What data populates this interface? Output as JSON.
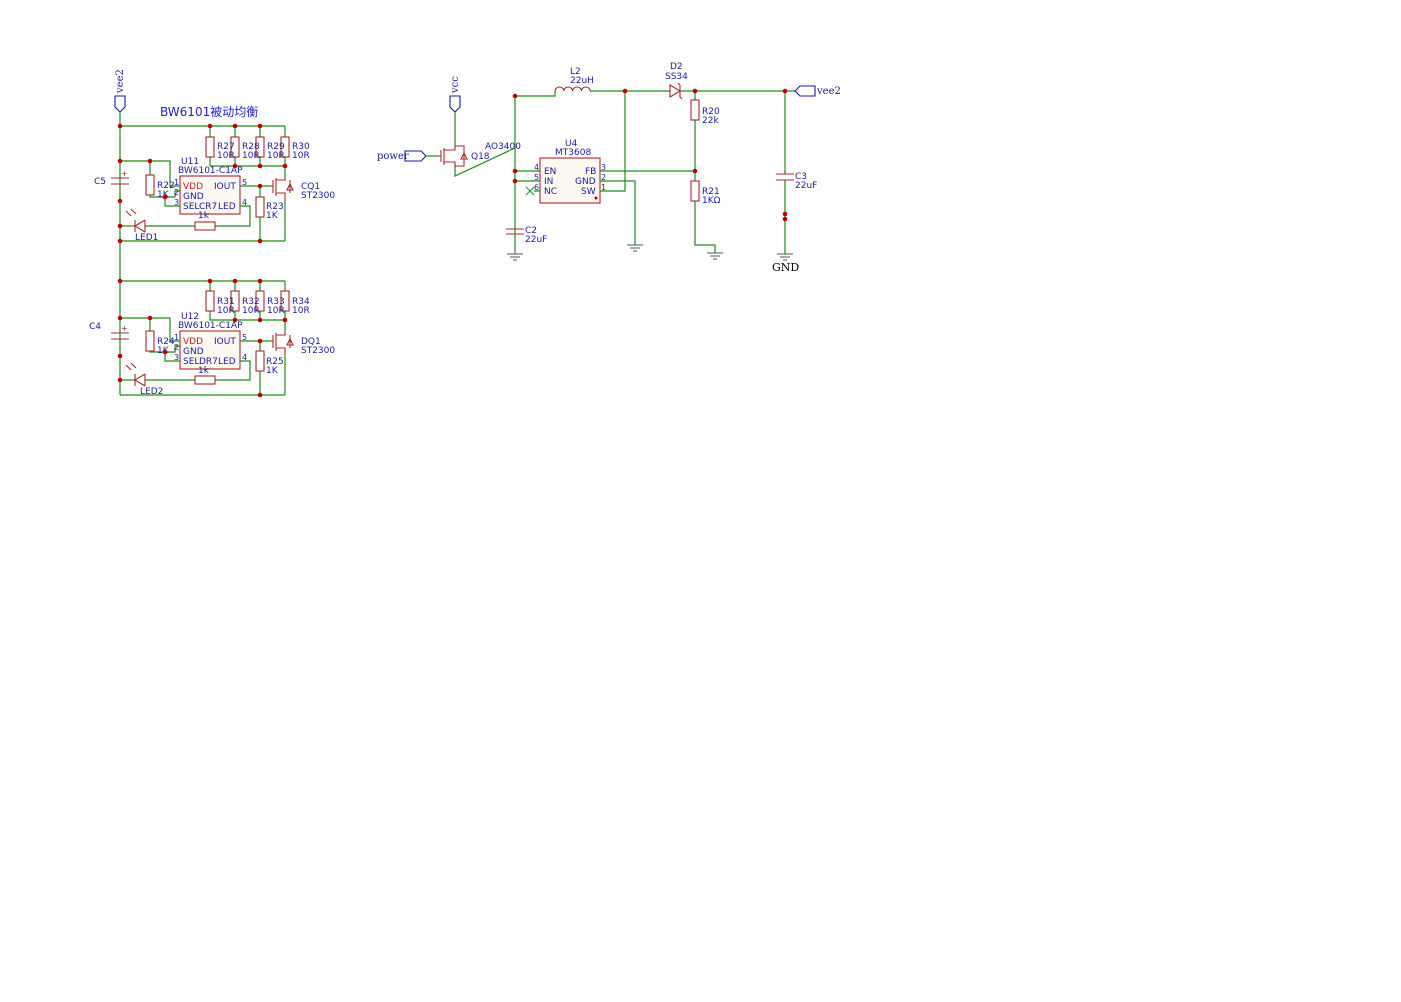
{
  "title": "BW6101被动均衡",
  "ports": {
    "vee2_top": "vee2",
    "vcc": "vcc",
    "power": "power",
    "vee2_right": "vee2"
  },
  "gnd_label": "GND",
  "cell1": {
    "cap": "C5",
    "ic_ref": "U11",
    "ic_value": "BW6101-C1AP",
    "pins": {
      "vdd": "VDD",
      "gnd": "GND",
      "sel": "SEL",
      "iout": "IOUT",
      "led": "LED"
    },
    "pin_nums": [
      "1",
      "2",
      "3",
      "4",
      "5"
    ],
    "r_in_ref": "R22",
    "r_in_val": "1K",
    "r_led_ref": "CR7",
    "r_led_val": "1k",
    "r_gate_ref": "R23",
    "r_gate_val": "1K",
    "mos_ref": "CQ1",
    "mos_val": "ST2300",
    "led_ref": "LED1",
    "loads": [
      {
        "ref": "R27",
        "val": "10R"
      },
      {
        "ref": "R28",
        "val": "10R"
      },
      {
        "ref": "R29",
        "val": "10R"
      },
      {
        "ref": "R30",
        "val": "10R"
      }
    ]
  },
  "cell2": {
    "cap": "C4",
    "ic_ref": "U12",
    "ic_value": "BW6101-C1AP",
    "pins": {
      "vdd": "VDD",
      "gnd": "GND",
      "sel": "SEL",
      "iout": "IOUT",
      "led": "LED"
    },
    "pin_nums": [
      "1",
      "2",
      "3",
      "4",
      "5"
    ],
    "r_in_ref": "R24",
    "r_in_val": "1K",
    "r_led_ref": "DR7",
    "r_led_val": "1k",
    "r_gate_ref": "R25",
    "r_gate_val": "1K",
    "mos_ref": "DQ1",
    "mos_val": "ST2300",
    "led_ref": "LED2",
    "loads": [
      {
        "ref": "R31",
        "val": "10R"
      },
      {
        "ref": "R32",
        "val": "10R"
      },
      {
        "ref": "R33",
        "val": "10R"
      },
      {
        "ref": "R34",
        "val": "10R"
      }
    ]
  },
  "boost": {
    "q_ref": "Q18",
    "q_val": "AO3400",
    "l_ref": "L2",
    "l_val": "22uH",
    "d_ref": "D2",
    "d_val": "SS34",
    "u_ref": "U4",
    "u_val": "MT3608",
    "u_pins_left": [
      "EN",
      "IN",
      "NC"
    ],
    "u_pins_right": [
      "FB",
      "GND",
      "SW"
    ],
    "u_nums_left": [
      "4",
      "5",
      "6"
    ],
    "u_nums_right": [
      "3",
      "2",
      "1"
    ],
    "r20_ref": "R20",
    "r20_val": "22k",
    "r21_ref": "R21",
    "r21_val": "1KΩ",
    "c2_ref": "C2",
    "c2_val": "22uF",
    "c3_ref": "C3",
    "c3_val": "22uF"
  }
}
